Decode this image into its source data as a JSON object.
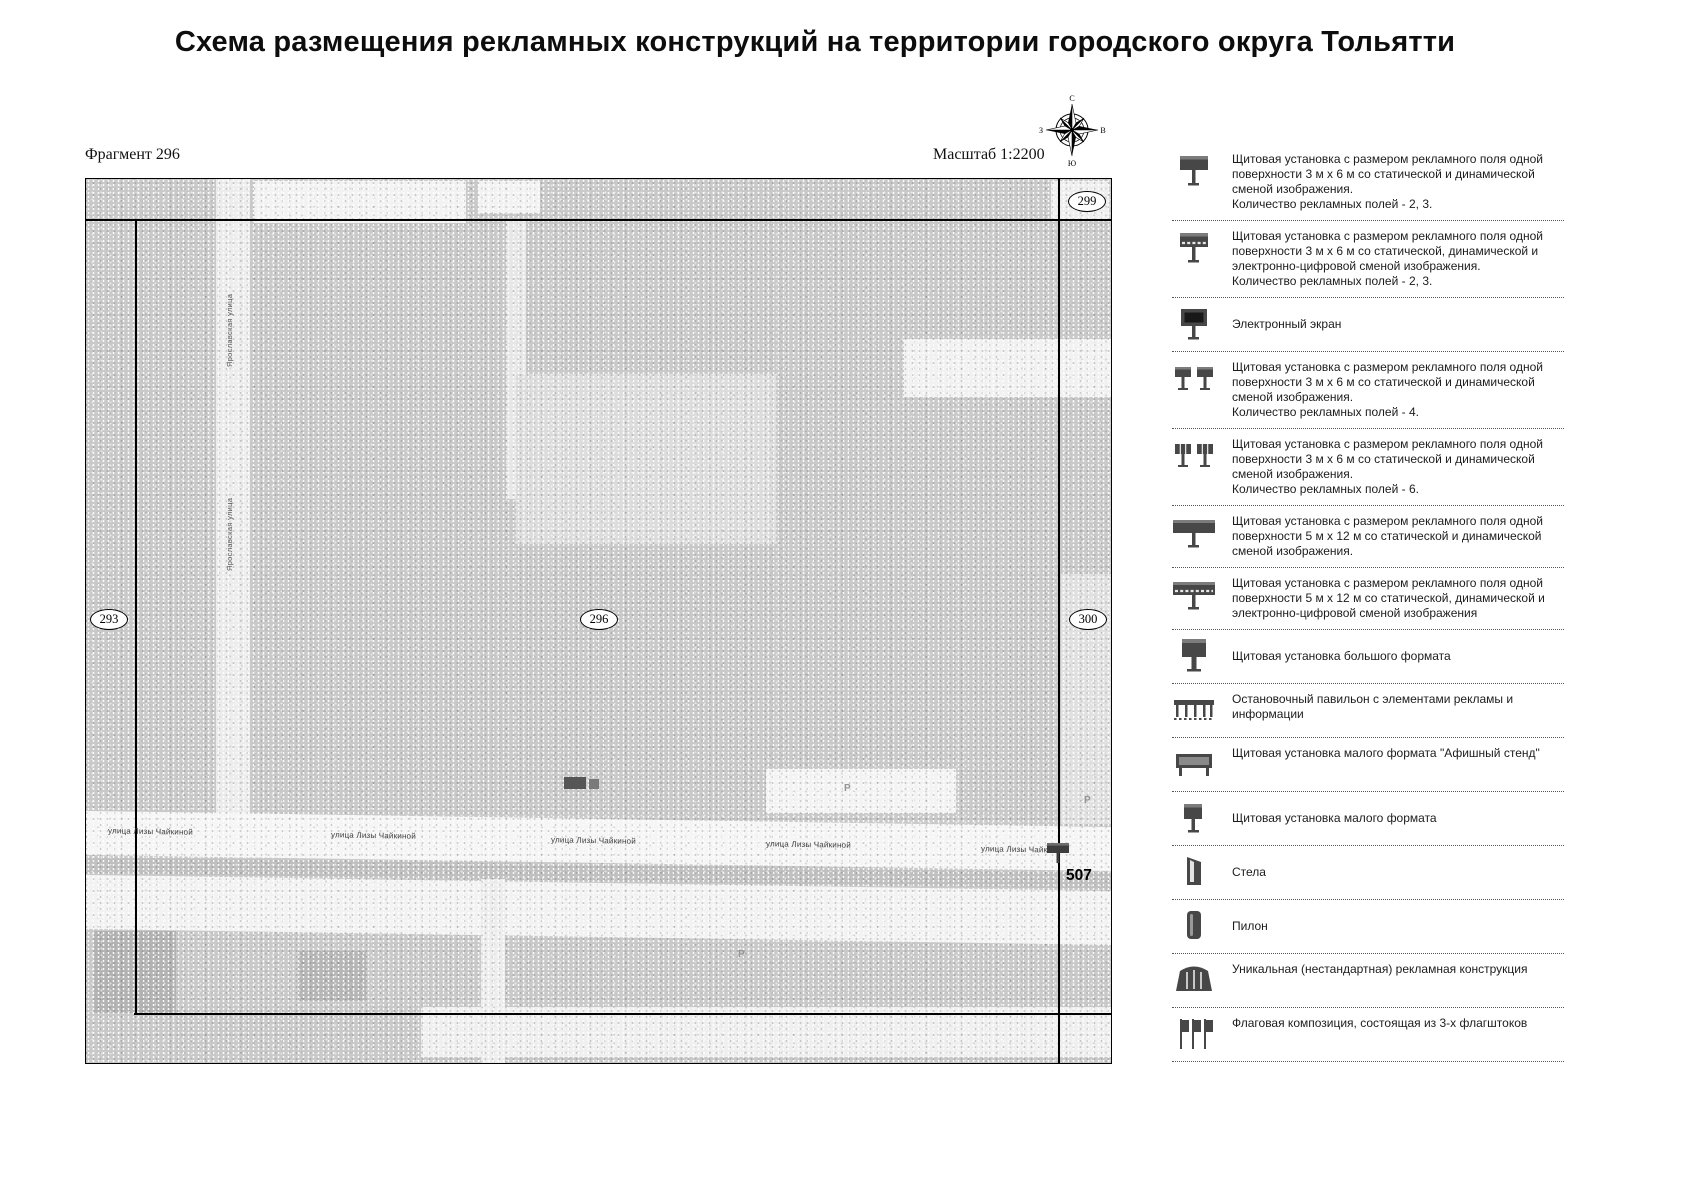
{
  "page": {
    "title": "Схема размещения рекламных конструкций на территории городского округа Тольятти",
    "fragment_label": "Фрагмент 296",
    "scale_label": "Масштаб 1:2200"
  },
  "compass": {
    "n": "С",
    "s": "Ю",
    "w": "З",
    "e": "В"
  },
  "map": {
    "ovals": [
      {
        "label": "299"
      },
      {
        "label": "293"
      },
      {
        "label": "296"
      },
      {
        "label": "300"
      }
    ],
    "marker": {
      "number": "507"
    },
    "street_labels": [
      "улица Лизы Чайкиной",
      "улица Лизы Чайкиной",
      "улица Лизы Чайкиной",
      "улица Лизы Чайкиной",
      "улица Лизы Чайкиной"
    ],
    "vertical_street_labels": [
      "Ярославская улица",
      "Ярославская улица"
    ],
    "parking_labels": [
      "Р",
      "Р",
      "Р"
    ]
  },
  "legend": {
    "items": [
      {
        "icon": "billboard-3x6-icon",
        "text": "Щитовая установка с размером рекламного поля одной поверхности 3 м х 6 м со статической и динамической сменой изображения.\nКоличество рекламных полей - 2, 3."
      },
      {
        "icon": "billboard-3x6-digital-icon",
        "text": "Щитовая установка с размером рекламного поля одной поверхности 3 м х 6 м со статической, динамической и электронно-цифровой сменой изображения.\nКоличество рекламных полей - 2, 3."
      },
      {
        "icon": "electronic-screen-icon",
        "text": "Электронный экран"
      },
      {
        "icon": "billboard-3x6-4fields-icon",
        "text": "Щитовая установка с размером рекламного поля одной поверхности 3 м х 6 м со статической и динамической сменой изображения.\nКоличество рекламных полей - 4."
      },
      {
        "icon": "billboard-3x6-6fields-icon",
        "text": "Щитовая установка с размером рекламного поля одной поверхности 3 м х 6 м со статической и динамической сменой изображения.\nКоличество рекламных полей - 6."
      },
      {
        "icon": "billboard-5x12-icon",
        "text": "Щитовая установка с размером рекламного поля одной поверхности 5 м х 12 м со статической и динамической сменой изображения."
      },
      {
        "icon": "billboard-5x12-digital-icon",
        "text": "Щитовая установка с размером рекламного поля одной поверхности 5 м х 12 м со статической, динамической и электронно-цифровой сменой изображения"
      },
      {
        "icon": "large-format-billboard-icon",
        "text": "Щитовая установка большого формата"
      },
      {
        "icon": "bus-shelter-icon",
        "text": "Остановочный павильон с элементами рекламы и информации"
      },
      {
        "icon": "poster-stand-icon",
        "text": "Щитовая установка малого формата \"Афишный стенд\""
      },
      {
        "icon": "small-format-billboard-icon",
        "text": "Щитовая установка малого формата"
      },
      {
        "icon": "stela-icon",
        "text": "Стела"
      },
      {
        "icon": "pylon-icon",
        "text": "Пилон"
      },
      {
        "icon": "unique-structure-icon",
        "text": "Уникальная (нестандартная) рекламная конструкция"
      },
      {
        "icon": "flag-composition-icon",
        "text": "Флаговая композиция, состоящая из 3-х флагштоков"
      }
    ]
  }
}
